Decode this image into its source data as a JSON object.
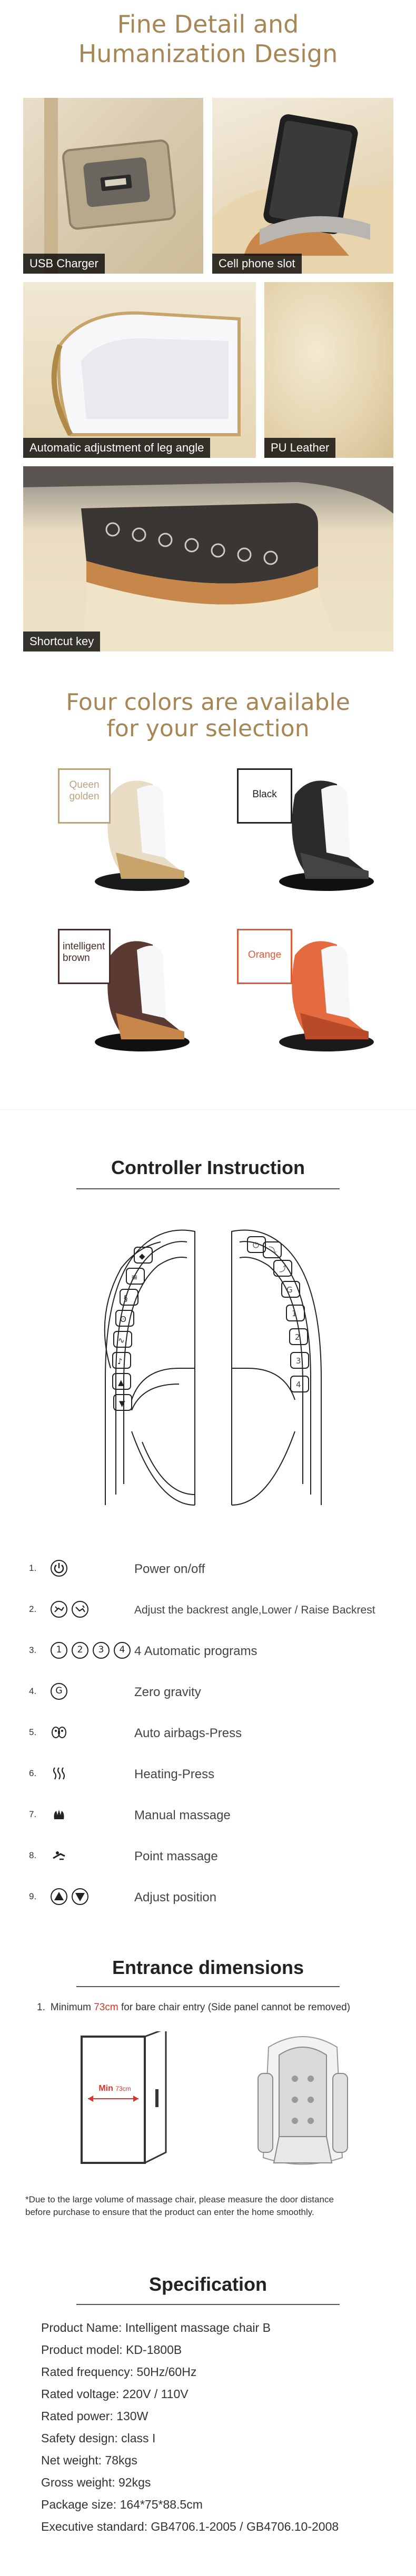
{
  "hero": {
    "title_line1": "Fine Detail and",
    "title_line2": "Humanization Design"
  },
  "features": [
    {
      "caption": "USB Charger"
    },
    {
      "caption": "Cell phone slot"
    },
    {
      "caption": "Automatic adjustment of leg angle"
    },
    {
      "caption": "PU Leather"
    },
    {
      "caption": "Shortcut key"
    }
  ],
  "colors_section": {
    "title_line1": "Four colors are available",
    "title_line2": "for your selection",
    "options": [
      {
        "label": "Queen golden",
        "accent": "#d8c7a6",
        "body": "#e9dcc4"
      },
      {
        "label": "Black",
        "accent": "#222222",
        "body": "#2b2b2b"
      },
      {
        "label": "intelligent brown",
        "accent": "#4a2c26",
        "body": "#5a3a32"
      },
      {
        "label": "Orange",
        "accent": "#e05a35",
        "body": "#e46a3f"
      }
    ]
  },
  "controller": {
    "title": "Controller Instruction",
    "items": [
      {
        "num": "1.",
        "icons": [
          "power-icon"
        ],
        "text": "Power on/off"
      },
      {
        "num": "2.",
        "icons": [
          "recline-down-icon",
          "recline-up-icon"
        ],
        "text": "Adjust the backrest angle,Lower / Raise Backrest"
      },
      {
        "num": "3.",
        "icons": [
          "program-1-icon",
          "program-2-icon",
          "program-3-icon",
          "program-4-icon"
        ],
        "glyphs": [
          "1",
          "2",
          "3",
          "4"
        ],
        "text": "4 Automatic programs"
      },
      {
        "num": "4.",
        "icons": [
          "zero-gravity-icon"
        ],
        "glyphs": [
          "G"
        ],
        "text": "Zero gravity"
      },
      {
        "num": "5.",
        "icons": [
          "airbag-icon"
        ],
        "text": "Auto airbags-Press"
      },
      {
        "num": "6.",
        "icons": [
          "heating-icon"
        ],
        "text": "Heating-Press"
      },
      {
        "num": "7.",
        "icons": [
          "manual-massage-icon"
        ],
        "text": "Manual massage"
      },
      {
        "num": "8.",
        "icons": [
          "point-massage-icon"
        ],
        "text": "Point massage"
      },
      {
        "num": "9.",
        "icons": [
          "arrow-up-icon",
          "arrow-down-icon"
        ],
        "text": "Adjust position"
      }
    ]
  },
  "entrance": {
    "title": "Entrance dimensions",
    "item_num": "1.",
    "item_pre": "Minimum ",
    "item_highlight": "73cm",
    "item_post": " for bare chair entry (Side panel cannot be removed)",
    "door_label": "Min",
    "door_value": "73cm",
    "highlight_color": "#d9342b",
    "note_line1": "*Due to the large volume of massage chair, please measure the door distance",
    "note_line2": "before purchase to ensure that the product can enter the home smoothly."
  },
  "specification": {
    "title": "Specification",
    "lines": [
      "Product Name: Intelligent massage chair B",
      "Product model: KD-1800B",
      "Rated frequency: 50Hz/60Hz",
      "Rated voltage: 220V / 110V",
      "Rated power: 130W",
      "Safety design: class I",
      "Net weight: 78kgs",
      "Gross weight: 92kgs",
      "Package size: 164*75*88.5cm",
      "Executive standard: GB4706.1-2005 / GB4706.10-2008"
    ]
  },
  "colors": {
    "gold_text": "#a78655",
    "cream": "#efe3c8",
    "bronze": "#c7864a",
    "dark_bg": "#3a3633"
  }
}
